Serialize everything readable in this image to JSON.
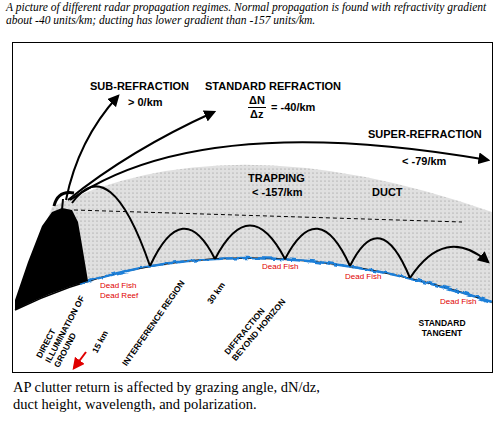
{
  "diagram": {
    "title": "A picture of different radar propagation regimes. Normal propagation is found with refractivity gradient about -40 units/km; ducting has lower gradient than -157 units/km.",
    "caption": "AP clutter return is affected by grazing angle, dN/dz, duct height, wavelength, and polarization.",
    "labels": [
      "SUB-REFRACTION",
      "> 0/km",
      "STANDARD REFRACTION",
      "ΔN",
      "Δz",
      "= -40/km",
      "SUPER-REFRACTION",
      "< -79/km",
      "TRAPPING",
      "< -157/km",
      "DUCT",
      "DIRECT ILLUMINATION OF GROUND",
      "15 km",
      "INTERFERENCE REGION",
      "30 km",
      "DIFFRACTION BEYOND HORIZON",
      "STANDARD TANGENT",
      "Dead Fish",
      "Dead Reef",
      "Dead Fish",
      "Dead Fish",
      "Dead Fish"
    ]
  }
}
